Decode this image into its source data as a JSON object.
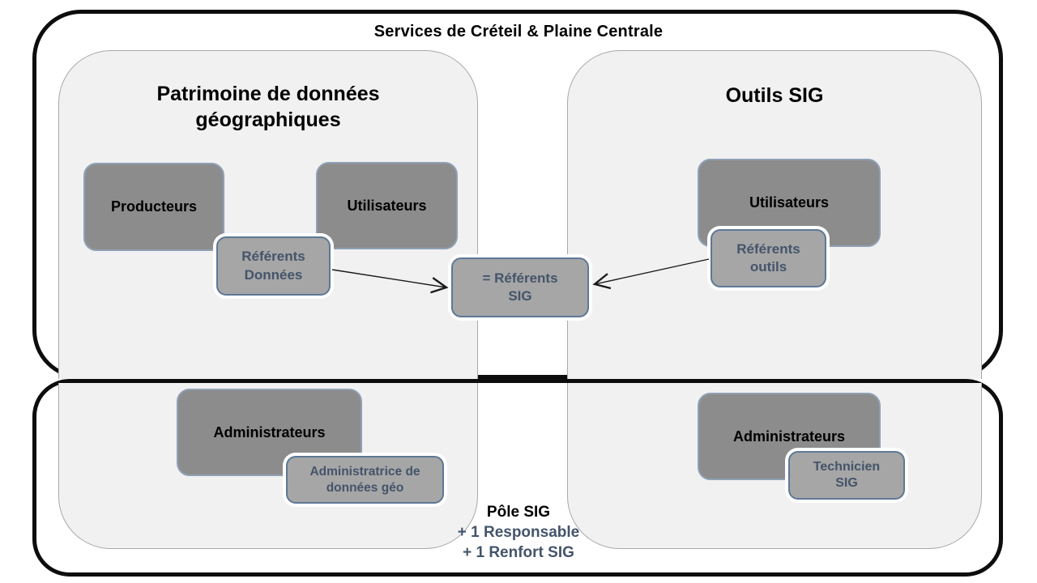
{
  "header": {
    "title": "Services de Créteil & Plaine Centrale"
  },
  "panels": {
    "patrimoine": {
      "title": "Patrimoine de données\ngéographiques"
    },
    "outils": {
      "title": "Outils SIG"
    }
  },
  "boxes": {
    "producteurs": {
      "label": "Producteurs"
    },
    "utilisateurs_donnees": {
      "label": "Utilisateurs"
    },
    "utilisateurs_outils": {
      "label": "Utilisateurs"
    },
    "referents_donnees": {
      "label": "Référents\nDonnées"
    },
    "referents_sig": {
      "label": "= Référents\nSIG"
    },
    "referents_outils": {
      "label": "Référents\noutils"
    },
    "administrateurs_donnees": {
      "label": "Administrateurs"
    },
    "administrateurs_outils": {
      "label": "Administrateurs"
    },
    "administratrice_geo": {
      "label": "Administratrice de\ndonnées géo"
    },
    "technicien_sig": {
      "label": "Technicien\nSIG"
    }
  },
  "footer": {
    "pole": "Pôle SIG",
    "line1": "+ 1 Responsable",
    "line2": "+ 1 Renfort SIG"
  },
  "colors": {
    "outer_border": "#0d0d0d",
    "panel_fill": "#f1f1f2",
    "panel_border": "#a9a9a9",
    "dark_box_fill": "#8c8c8c",
    "dark_box_border": "#8fa0b5",
    "light_box_fill": "#a6a6a6",
    "light_box_border": "#5d7895",
    "slate_text": "#44546a",
    "black_text": "#000000",
    "arrow_stroke": "#1a1a1a"
  }
}
